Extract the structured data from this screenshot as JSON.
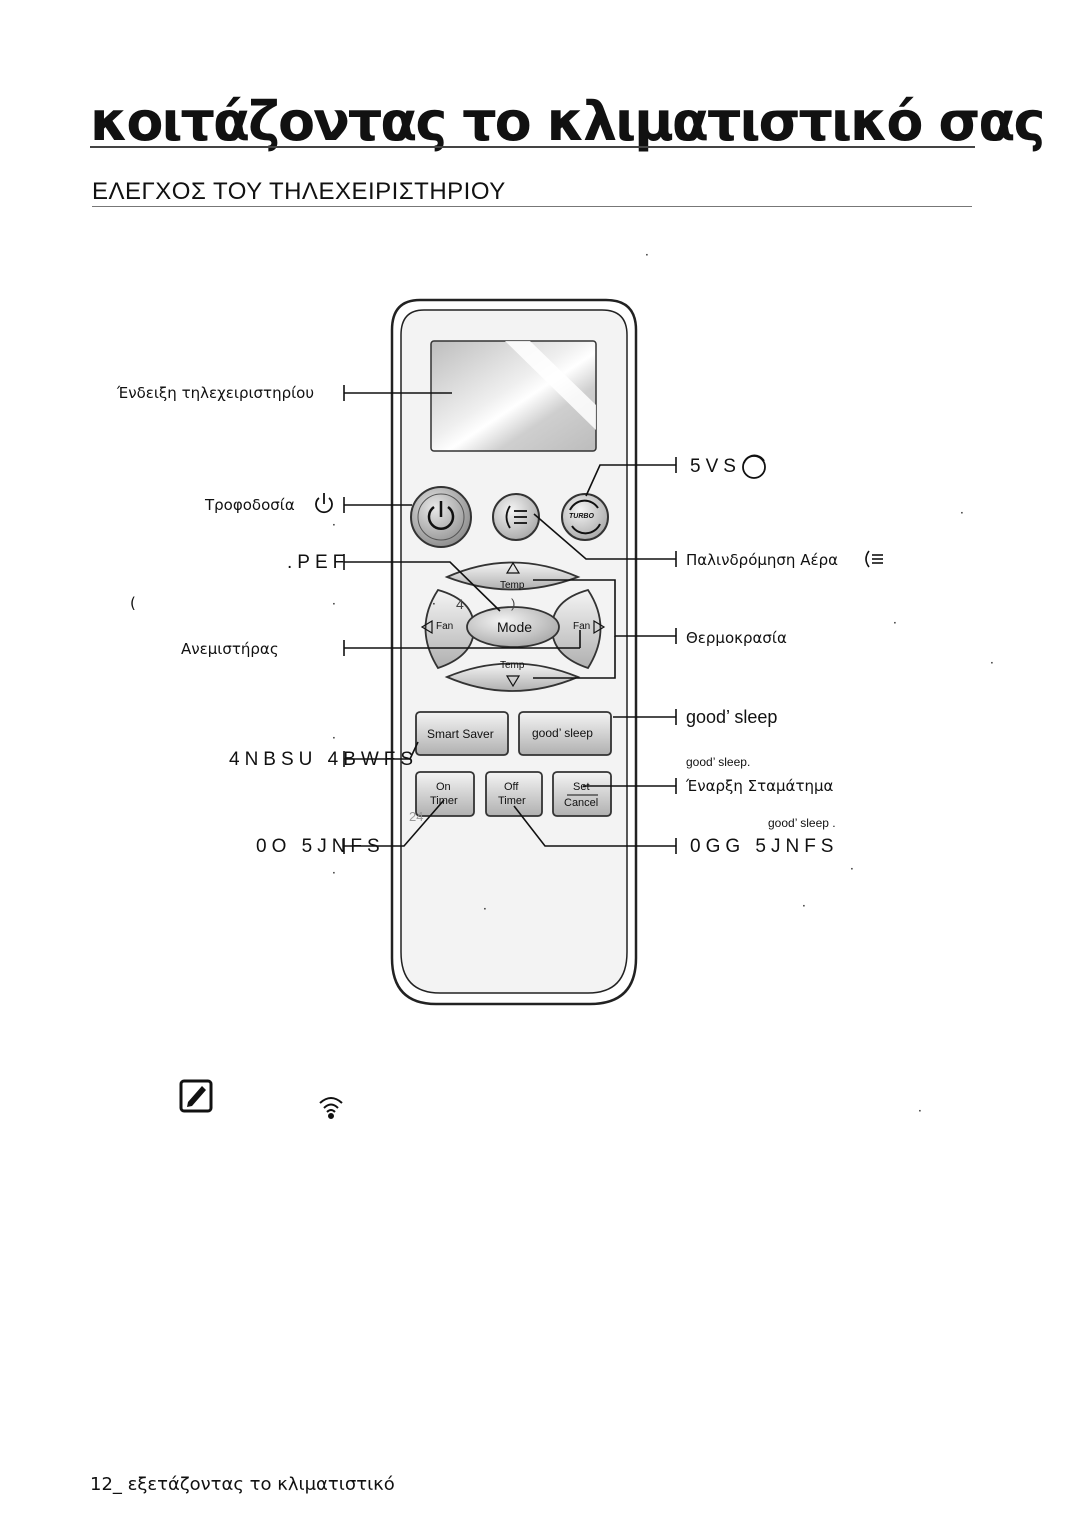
{
  "page": {
    "title": "κοιτάζοντας το κλιματιστικό σας",
    "section_title": "ΕΛΕΓΧΟΣ ΤΟΥ ΤΗΛΕΧΕΙΡΙΣΤΗΡΙΟΥ",
    "footer": "12_ εξετάζοντας το κλιματιστικό"
  },
  "labels": {
    "display": "Ένδειξη τηλεχειριστηρίου",
    "power": "Τροφοδοσία",
    "mode": ".PEF",
    "fan": "Ανεμιστήρας",
    "smart_saver": "4NBSU 4BWFS",
    "on_timer": "0O 5JNFS",
    "turbo": "5VS",
    "air_swing": "Παλινδρόμηση Αέρα",
    "temperature": "Θερμοκρασία",
    "good_sleep": "good’ sleep",
    "good_sleep_small": "good’ sleep.",
    "start_stop": "Έναρξη  Σταμάτημα",
    "good_sleep_note": "good’ sleep .",
    "off_timer": "0GG 5JNFS",
    "paren": "(",
    "inner_4": "4",
    "inner_paren": ")",
    "num_24": "24"
  },
  "remote": {
    "btn_temp_up": "Temp",
    "btn_temp_down": "Temp",
    "btn_mode": "Mode",
    "btn_fan_left": "Fan",
    "btn_fan_right": "Fan",
    "btn_smart_saver": "Smart Saver",
    "btn_good_sleep": "good’ sleep",
    "btn_on": "On",
    "btn_on_timer": "Timer",
    "btn_off": "Off",
    "btn_off_timer": "Timer",
    "btn_set": "Set",
    "btn_cancel": "Cancel",
    "turbo_badge": "TURBO"
  },
  "icons": {
    "power": "power-icon",
    "swing": "air-swing-icon",
    "turbo": "turbo-icon",
    "note": "note-icon",
    "wireless": "wireless-signal-icon"
  }
}
